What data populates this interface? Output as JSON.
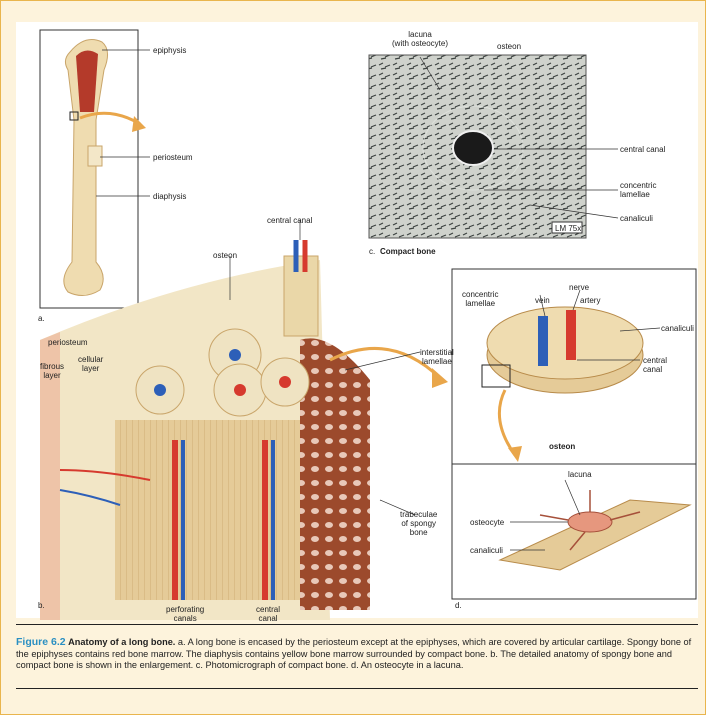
{
  "panel_a": {
    "letter": "a.",
    "labels": {
      "epiphysis": "epiphysis",
      "periosteum": "periosteum",
      "diaphysis": "diaphysis"
    }
  },
  "panel_b": {
    "letter": "b.",
    "labels": {
      "central_canal_top": "central canal",
      "osteon": "osteon",
      "periosteum": "periosteum",
      "fibrous_layer": "fibrous\nlayer",
      "cellular_layer": "cellular\nlayer",
      "interstitial_lamellae": "interstitial\nlamellae",
      "trabeculae": "trabeculae\nof spongy\nbone",
      "perforating_canals": "perforating\ncanals",
      "central_canal_bottom": "central\ncanal"
    }
  },
  "panel_c": {
    "letter": "c.",
    "title": "Compact bone",
    "scale": "LM 75x",
    "labels": {
      "lacuna": "lacuna\n(with osteocyte)",
      "osteon": "osteon",
      "central_canal": "central canal",
      "concentric_lamellae": "concentric\nlamellae",
      "canaliculi": "canaliculi"
    }
  },
  "panel_d": {
    "letter": "d.",
    "osteon_title": "osteon",
    "labels": {
      "concentric_lamellae": "concentric\nlamellae",
      "nerve": "nerve",
      "vein": "vein",
      "artery": "artery",
      "canaliculi_top": "canaliculi",
      "central_canal": "central\ncanal",
      "lacuna": "lacuna",
      "osteocyte": "osteocyte",
      "canaliculi_bottom": "canaliculi"
    }
  },
  "caption": {
    "number": "Figure 6.2",
    "title": "Anatomy of a long bone.",
    "text": "a. A long bone is encased by the periosteum except at the epiphyses, which are covered by articular cartilage. Spongy bone of the epiphyses contains red bone marrow. The diaphysis contains yellow bone marrow surrounded by compact bone. b. The detailed anatomy of spongy bone and compact bone is shown in the enlargement. c. Photomicrograph of compact bone. d. An osteocyte in a lacuna."
  },
  "colors": {
    "accent": "#2a8fc2",
    "frame": "#e9b54d",
    "bone": "#e8d1a0",
    "vein": "#2d5fb8",
    "artery": "#d63a2e"
  }
}
